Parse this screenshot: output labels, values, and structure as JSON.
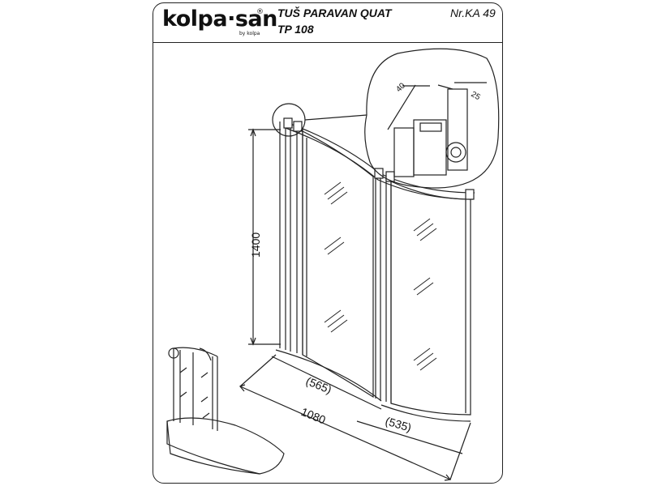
{
  "header": {
    "brand": "kolpa·san",
    "brand_mark": "®",
    "brand_sub": "by kolpa",
    "product_name": "TUŠ PARAVAN QUAT",
    "product_code": "TP 108",
    "catalog_number": "Nr.KA 49"
  },
  "dimensions": {
    "height": "1400",
    "total_width": "1080",
    "panel_1_width": "(565)",
    "panel_2_width": "(535)",
    "profile_width": "40",
    "profile_depth": "25"
  },
  "colors": {
    "line": "#222222",
    "background": "#ffffff"
  }
}
